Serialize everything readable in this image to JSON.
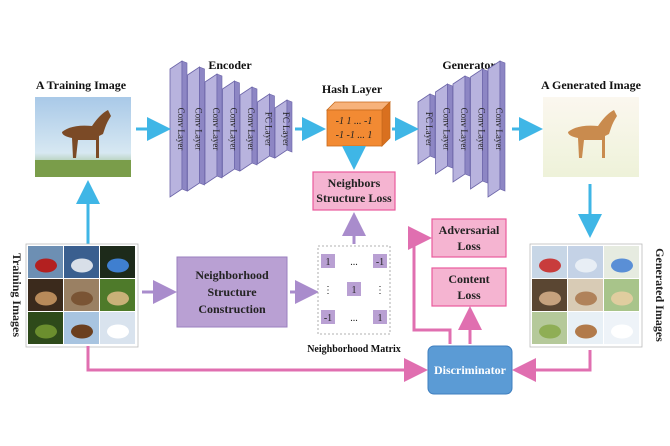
{
  "labels": {
    "training_image": "A Training Image",
    "encoder": "Encoder",
    "hash_layer": "Hash Layer",
    "generator": "Generator",
    "generated_image": "A Generated Image",
    "training_images": "Training Images",
    "generated_images": "Generated Images",
    "neighborhood_matrix": "Neighborhood Matrix"
  },
  "encoder_layers": [
    "Conv Layer",
    "Conv Layer",
    "Conv Layer",
    "Conv Layer",
    "Conv Layer",
    "FC Layer",
    "FC Layer"
  ],
  "generator_layers": [
    "FC Layer",
    "Conv Layer",
    "Conv Layer",
    "Conv Layer",
    "Conv Layer"
  ],
  "hash_text": [
    "-1 1 ... -1",
    "-1 -1 ... 1"
  ],
  "boxes": {
    "neighbors_loss": [
      "Neighbors",
      "Structure Loss"
    ],
    "nsc": [
      "Neighborhood",
      "Structure",
      "Construction"
    ],
    "adversarial": [
      "Adversarial",
      "Loss"
    ],
    "content": [
      "Content",
      "Loss"
    ],
    "discriminator": "Discriminator"
  },
  "matrix": {
    "cells": [
      "1",
      "...",
      "-1",
      "...",
      "1",
      "...",
      "-1",
      "...",
      "1"
    ]
  },
  "colors": {
    "layer_fill": "#b8b3de",
    "layer_stroke": "#6b64a8",
    "hash_fill": "#f28a33",
    "pink_box": "#ea5a9c",
    "pink_box_fill": "#f5b4d1",
    "purple_box_fill": "#b9a0d3",
    "arrow_blue": "#3fb6e6",
    "arrow_pink": "#e06fb0",
    "arrow_purple": "#a98ccc",
    "disc_fill": "#5b9bd5"
  }
}
